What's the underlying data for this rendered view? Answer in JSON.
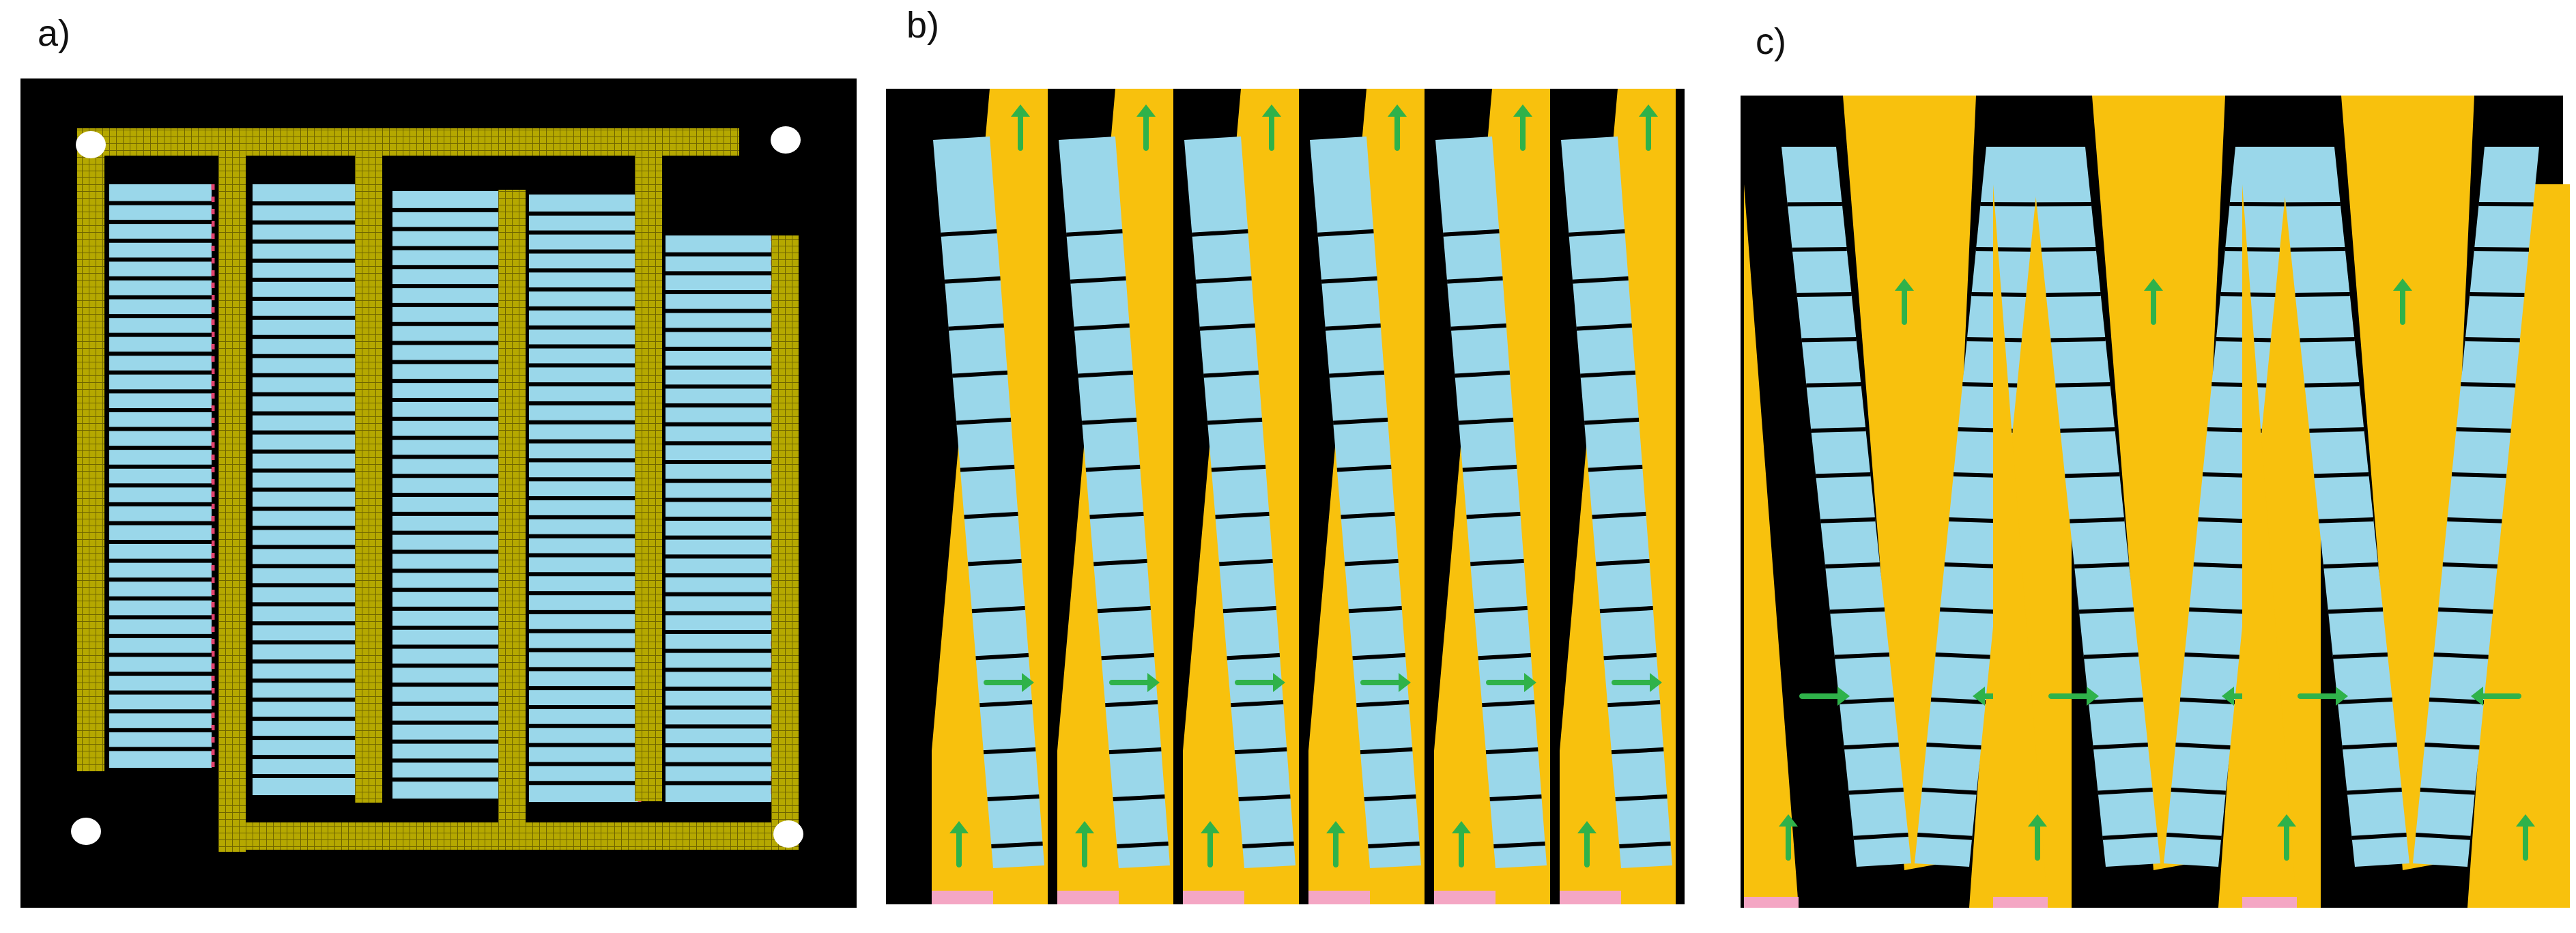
{
  "labels": {
    "a": "a)",
    "b": "b)",
    "c": "c)"
  },
  "colors": {
    "background": "#000000",
    "bus": "#b5a800",
    "bus_dark": "#6e6400",
    "cells": "#9ad7ea",
    "channel": "#f8c10d",
    "arrow": "#2fb24a",
    "edge_pink": "#f4a6c4",
    "hole": "#ffffff"
  },
  "icons": {
    "flow_arrow": "arrow-icon",
    "mounting_hole": "hole-icon"
  },
  "panels": {
    "b": {
      "strip_pairs": 6,
      "rungs_per_strip": 14,
      "arrows": [
        "up",
        "right",
        "up"
      ]
    },
    "c": {
      "triangle_pairs": 3,
      "rungs_per_strip": 15,
      "arrows": [
        "up",
        "right",
        "left",
        "up"
      ]
    }
  }
}
